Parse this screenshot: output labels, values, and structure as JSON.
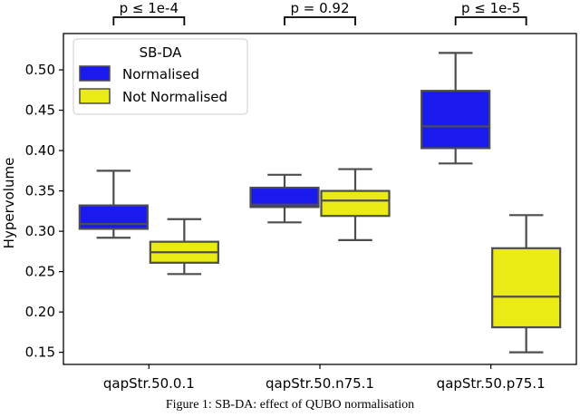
{
  "caption": "Figure 1: SB-DA: effect of QUBO normalisation",
  "chart_data": {
    "type": "boxplot",
    "ylabel": "Hypervolume",
    "ylim": [
      0.135,
      0.545
    ],
    "yticks": [
      "0.15",
      "0.20",
      "0.25",
      "0.30",
      "0.35",
      "0.40",
      "0.45",
      "0.50"
    ],
    "categories": [
      "qapStr.50.0.1",
      "qapStr.50.n75.1",
      "qapStr.50.p75.1"
    ],
    "legend": {
      "title": "SB-DA",
      "placement": "upper-left"
    },
    "series": [
      {
        "name": "Normalised",
        "color": "#1a1aee",
        "boxes": [
          {
            "whislo": 0.292,
            "q1": 0.303,
            "med": 0.309,
            "q3": 0.332,
            "whishi": 0.375
          },
          {
            "whislo": 0.311,
            "q1": 0.33,
            "med": 0.333,
            "q3": 0.354,
            "whishi": 0.37
          },
          {
            "whislo": 0.384,
            "q1": 0.403,
            "med": 0.43,
            "q3": 0.474,
            "whishi": 0.521
          }
        ]
      },
      {
        "name": "Not Normalised",
        "color": "#eaea14",
        "boxes": [
          {
            "whislo": 0.247,
            "q1": 0.261,
            "med": 0.274,
            "q3": 0.287,
            "whishi": 0.315
          },
          {
            "whislo": 0.289,
            "q1": 0.319,
            "med": 0.338,
            "q3": 0.35,
            "whishi": 0.377
          },
          {
            "whislo": 0.15,
            "q1": 0.181,
            "med": 0.219,
            "q3": 0.279,
            "whishi": 0.32
          }
        ]
      }
    ],
    "significance": [
      "p ≤ 1e-4",
      "p = 0.92",
      "p ≤ 1e-5"
    ]
  }
}
